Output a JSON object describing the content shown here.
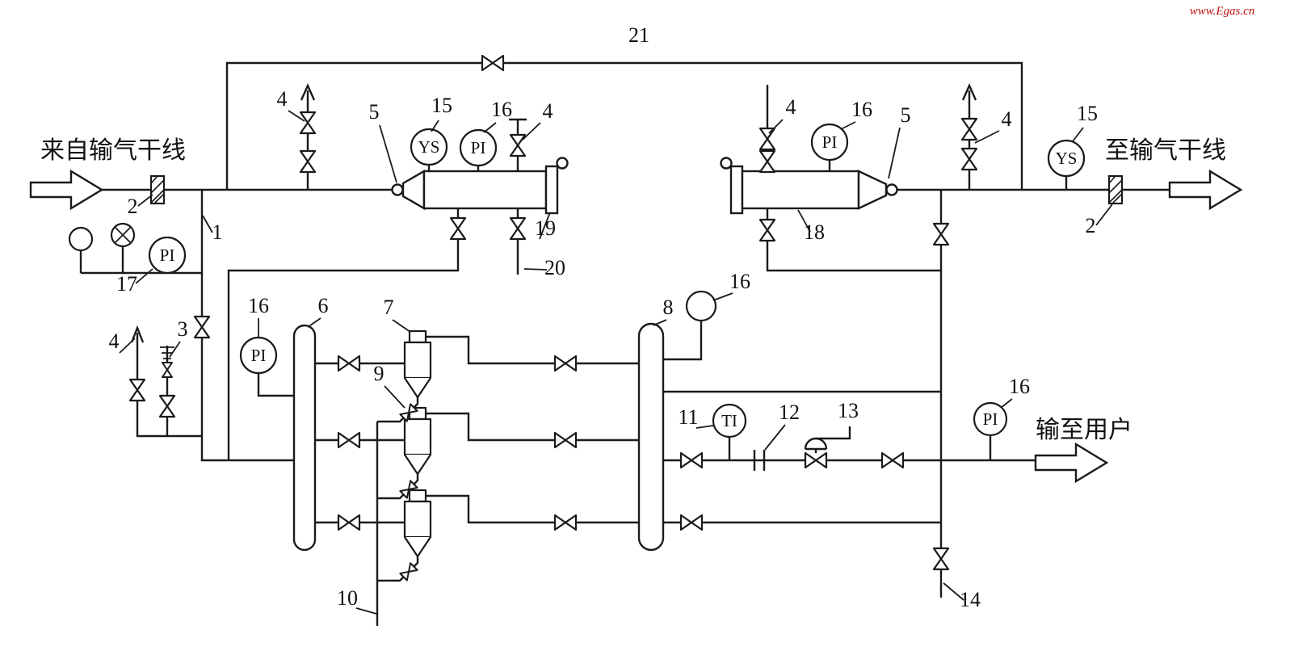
{
  "watermark": "www.Egas.cn",
  "flow_labels": {
    "inlet": "来自输气干线",
    "outlet": "至输气干线",
    "to_user": "输至用户"
  },
  "instrument_tags": {
    "ys": "YS",
    "pi": "PI",
    "ti": "TI"
  },
  "callouts": {
    "n1": "1",
    "n2": "2",
    "n3": "3",
    "n4": "4",
    "n5": "5",
    "n6": "6",
    "n7": "7",
    "n8": "8",
    "n9": "9",
    "n10": "10",
    "n11": "11",
    "n12": "12",
    "n13": "13",
    "n14": "14",
    "n15": "15",
    "n16": "16",
    "n17": "17",
    "n18": "18",
    "n19": "19",
    "n20": "20",
    "n21": "21"
  },
  "colors": {
    "line": "#1a1a1a",
    "watermark": "#c41010",
    "background": "#ffffff"
  }
}
